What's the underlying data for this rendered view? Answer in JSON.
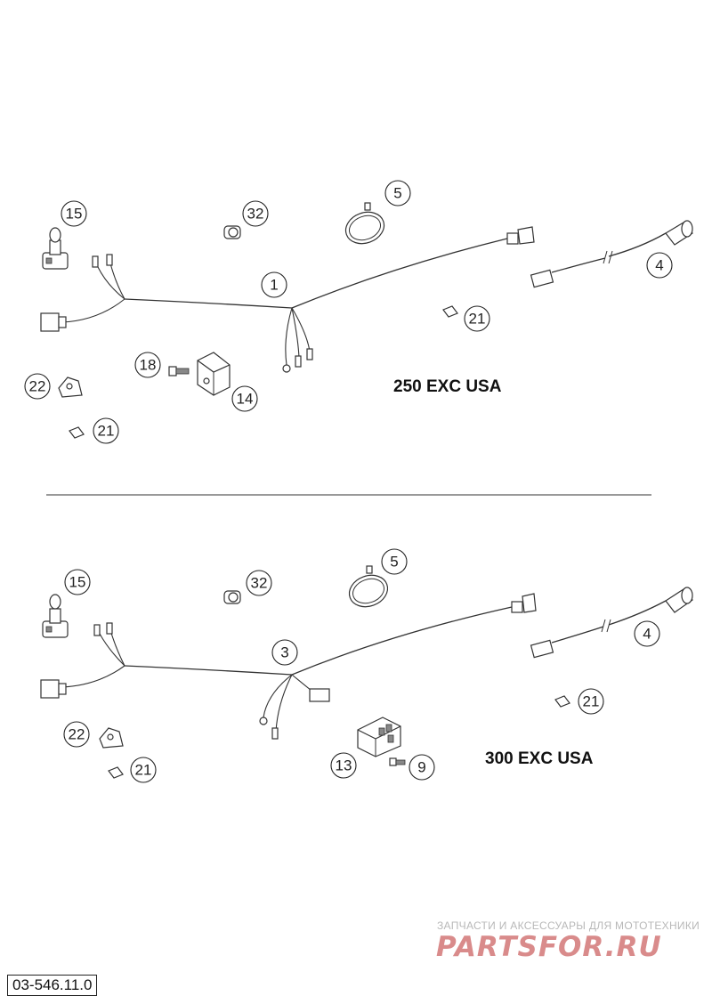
{
  "sections": [
    {
      "title": "250 EXC USA",
      "callouts": [
        "1",
        "4",
        "5",
        "14",
        "15",
        "18",
        "21",
        "21",
        "22",
        "32"
      ]
    },
    {
      "title": "300 EXC USA",
      "callouts": [
        "3",
        "4",
        "5",
        "9",
        "13",
        "15",
        "21",
        "21",
        "22",
        "32"
      ]
    }
  ],
  "watermark": {
    "tagline": "ЗАПЧАСТИ И АКСЕССУАРЫ ДЛЯ МОТОТЕХНИКИ",
    "brand": "PARTSFOR.RU"
  },
  "reference_number": "03-546.11.0"
}
